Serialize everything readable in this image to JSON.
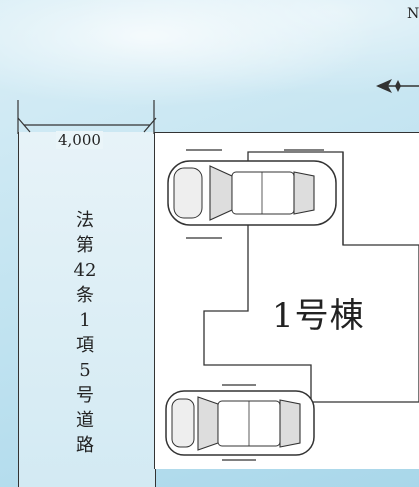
{
  "road": {
    "width_label": "4,000",
    "name": "法第42条1項5号道路"
  },
  "building": {
    "label": "1号棟"
  },
  "north_indicator": {
    "text": "N"
  },
  "colors": {
    "background": "#bfe2f0",
    "line": "#333333"
  }
}
